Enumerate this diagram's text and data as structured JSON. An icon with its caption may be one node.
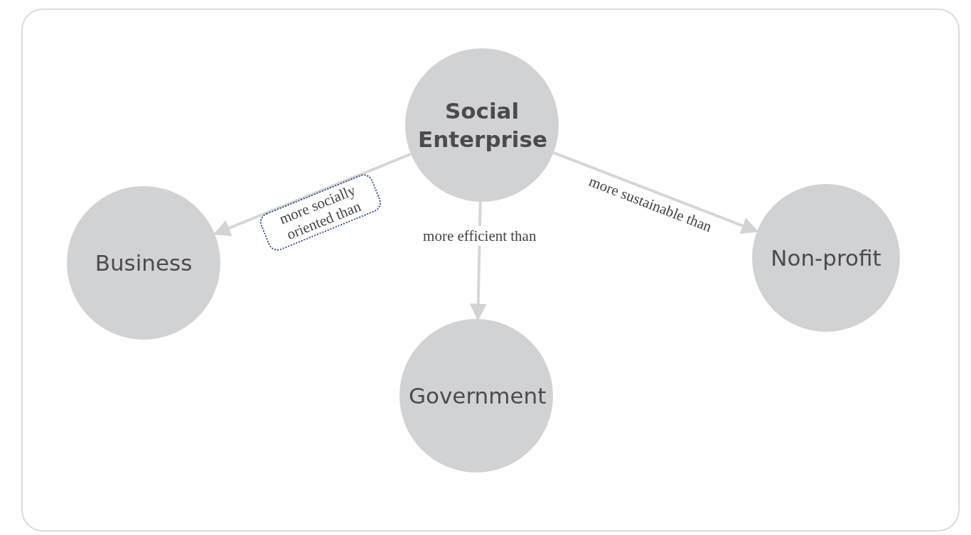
{
  "diagram": {
    "nodes": [
      {
        "text": [
          "Social Enterprise"
        ]
      },
      {
        "text": [
          "Business"
        ]
      },
      {
        "text": [
          "Government"
        ]
      },
      {
        "text": [
          "Non-profit"
        ]
      }
    ],
    "edges": [
      {
        "from": 0,
        "to": 1,
        "arrow": "to",
        "label": "more socially oriented than"
      },
      {
        "from": 0,
        "to": 2,
        "arrow": "to",
        "label": "more efficient than"
      },
      {
        "from": 0,
        "to": 3,
        "arrow": "to",
        "label": "more sustainable than"
      }
    ]
  }
}
